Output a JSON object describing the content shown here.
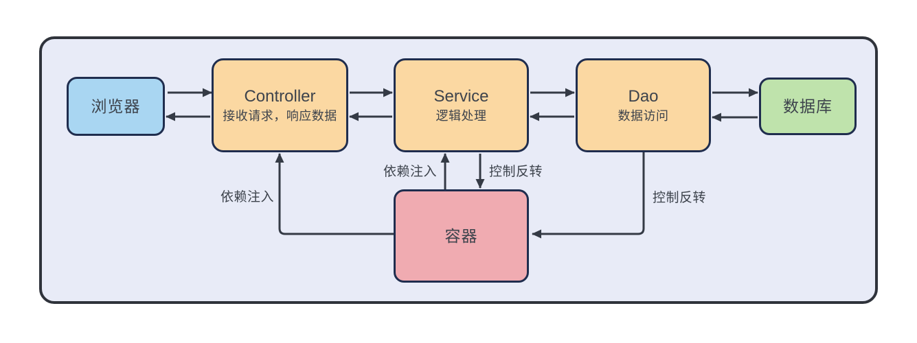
{
  "diagram": {
    "nodes": {
      "browser": {
        "title": "浏览器"
      },
      "controller": {
        "title": "Controller",
        "subtitle": "接收请求，响应数据"
      },
      "service": {
        "title": "Service",
        "subtitle": "逻辑处理"
      },
      "dao": {
        "title": "Dao",
        "subtitle": "数据访问"
      },
      "database": {
        "title": "数据库"
      },
      "container": {
        "title": "容器"
      }
    },
    "edge_labels": {
      "di_controller": "依赖注入",
      "di_service": "依赖注入",
      "ioc_service": "控制反转",
      "ioc_dao": "控制反转"
    },
    "colors": {
      "panel_bg": "#e8ebf7",
      "panel_border": "#2f333b",
      "node_border": "#1f2d4e",
      "browser_fill": "#a9d6f2",
      "mvc_fill": "#fbd8a2",
      "database_fill": "#bfe3ac",
      "container_fill": "#f0abb1",
      "arrow": "#343a45",
      "text": "#3d434c"
    }
  }
}
